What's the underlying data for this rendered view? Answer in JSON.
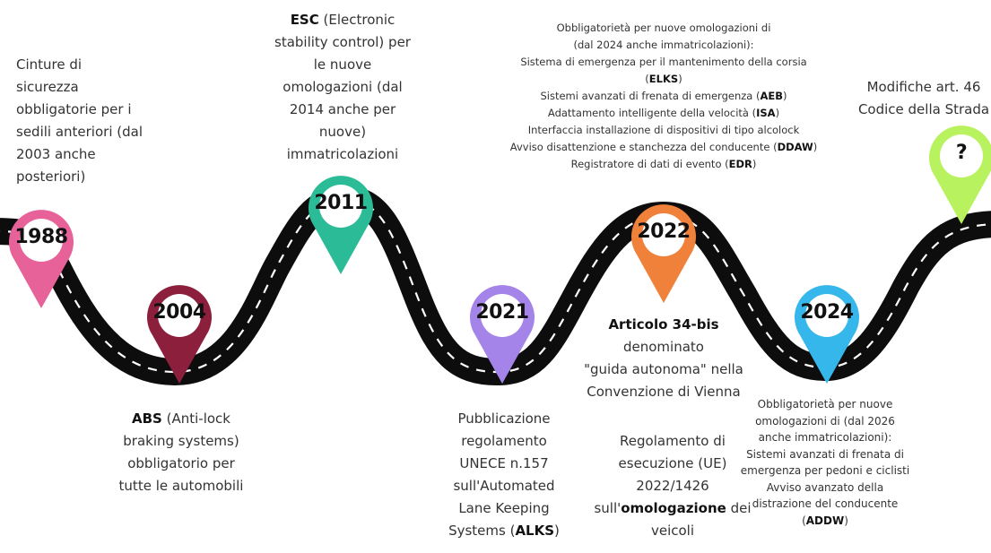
{
  "colors": {
    "road": "#0d0d0d",
    "lane": "#ffffff",
    "pin_1988": "#e8629a",
    "pin_2004": "#8b1f3c",
    "pin_2011": "#2bbc97",
    "pin_2021": "#a484e8",
    "pin_2022": "#f0813a",
    "pin_2024": "#35b7ec",
    "pin_future": "#b9f25f"
  },
  "milestones": [
    {
      "year": "1988",
      "pin_icon": "map-pin-icon",
      "lines": [
        [
          {
            "t": "Cinture di"
          }
        ],
        [
          {
            "t": "sicurezza"
          }
        ],
        [
          {
            "t": "obbligatorie per i"
          }
        ],
        [
          {
            "t": "sedili anteriori (dal"
          }
        ],
        [
          {
            "t": "2003 anche"
          }
        ],
        [
          {
            "t": "posteriori)"
          }
        ]
      ]
    },
    {
      "year": "2004",
      "pin_icon": "map-pin-icon",
      "lines": [
        [
          {
            "t": "ABS",
            "b": true
          },
          {
            "t": " (Anti-lock"
          }
        ],
        [
          {
            "t": "braking systems)"
          }
        ],
        [
          {
            "t": "obbligatorio per"
          }
        ],
        [
          {
            "t": "tutte le automobili"
          }
        ]
      ]
    },
    {
      "year": "2011",
      "pin_icon": "map-pin-icon",
      "lines": [
        [
          {
            "t": "ESC",
            "b": true
          },
          {
            "t": " (Electronic"
          }
        ],
        [
          {
            "t": "stability control) per"
          }
        ],
        [
          {
            "t": "le nuove"
          }
        ],
        [
          {
            "t": "omologazioni (dal"
          }
        ],
        [
          {
            "t": "2014 anche per"
          }
        ],
        [
          {
            "t": "nuove)"
          }
        ],
        [
          {
            "t": "immatricolazioni"
          }
        ]
      ]
    },
    {
      "year": "2021",
      "pin_icon": "map-pin-icon",
      "lines": [
        [
          {
            "t": "Pubblicazione"
          }
        ],
        [
          {
            "t": "regolamento"
          }
        ],
        [
          {
            "t": "UNECE n.157"
          }
        ],
        [
          {
            "t": "sull'Automated"
          }
        ],
        [
          {
            "t": "Lane Keeping"
          }
        ],
        [
          {
            "t": "Systems ("
          },
          {
            "t": "ALKS",
            "b": true
          },
          {
            "t": ")"
          }
        ]
      ]
    },
    {
      "year": "2022",
      "pin_icon": "map-pin-icon",
      "lines_top": [
        [
          {
            "t": "Obbligatorietà per nuove omologazioni di"
          }
        ],
        [
          {
            "t": "(dal 2024 anche immatricolazioni):"
          }
        ],
        [
          {
            "t": "Sistema di emergenza per il mantenimento della corsia"
          }
        ],
        [
          {
            "t": "("
          },
          {
            "t": "ELKS",
            "b": true
          },
          {
            "t": ")"
          }
        ],
        [
          {
            "t": "Sistemi avanzati di frenata di emergenza ("
          },
          {
            "t": "AEB",
            "b": true
          },
          {
            "t": ")"
          }
        ],
        [
          {
            "t": "Adattamento intelligente della velocità ("
          },
          {
            "t": "ISA",
            "b": true
          },
          {
            "t": ")"
          }
        ],
        [
          {
            "t": "Interfaccia installazione di dispositivi di tipo alcolock"
          }
        ],
        [
          {
            "t": "Avviso disattenzione e stanchezza del conducente ("
          },
          {
            "t": "DDAW",
            "b": true
          },
          {
            "t": ")"
          }
        ],
        [
          {
            "t": "Registratore di dati di evento ("
          },
          {
            "t": "EDR",
            "b": true
          },
          {
            "t": ")"
          }
        ]
      ],
      "lines_bottom_a": [
        [
          {
            "t": "Articolo 34-bis",
            "b": true
          }
        ],
        [
          {
            "t": "denominato"
          }
        ],
        [
          {
            "t": "\"guida autonoma\" nella"
          }
        ],
        [
          {
            "t": "Convenzione di Vienna"
          }
        ]
      ],
      "lines_bottom_b": [
        [
          {
            "t": "Regolamento di"
          }
        ],
        [
          {
            "t": "esecuzione (UE)"
          }
        ],
        [
          {
            "t": "2022/1426"
          }
        ],
        [
          {
            "t": "sull'"
          },
          {
            "t": "omologazione",
            "b": true
          },
          {
            "t": " dei"
          }
        ],
        [
          {
            "t": "veicoli"
          }
        ]
      ]
    },
    {
      "year": "2024",
      "pin_icon": "map-pin-icon",
      "lines": [
        [
          {
            "t": "Obbligatorietà per nuove"
          }
        ],
        [
          {
            "t": "omologazioni di (dal 2026"
          }
        ],
        [
          {
            "t": "anche immatricolazioni):"
          }
        ],
        [
          {
            "t": "Sistemi avanzati di frenata di"
          }
        ],
        [
          {
            "t": "emergenza per pedoni e ciclisti"
          }
        ],
        [
          {
            "t": "Avviso avanzato della"
          }
        ],
        [
          {
            "t": "distrazione del conducente"
          }
        ],
        [
          {
            "t": "("
          },
          {
            "t": "ADDW",
            "b": true
          },
          {
            "t": ")"
          }
        ]
      ]
    },
    {
      "year": "?",
      "pin_icon": "map-pin-icon",
      "lines": [
        [
          {
            "t": "Modifiche art. 46"
          }
        ],
        [
          {
            "t": "Codice della Strada"
          }
        ]
      ]
    }
  ]
}
